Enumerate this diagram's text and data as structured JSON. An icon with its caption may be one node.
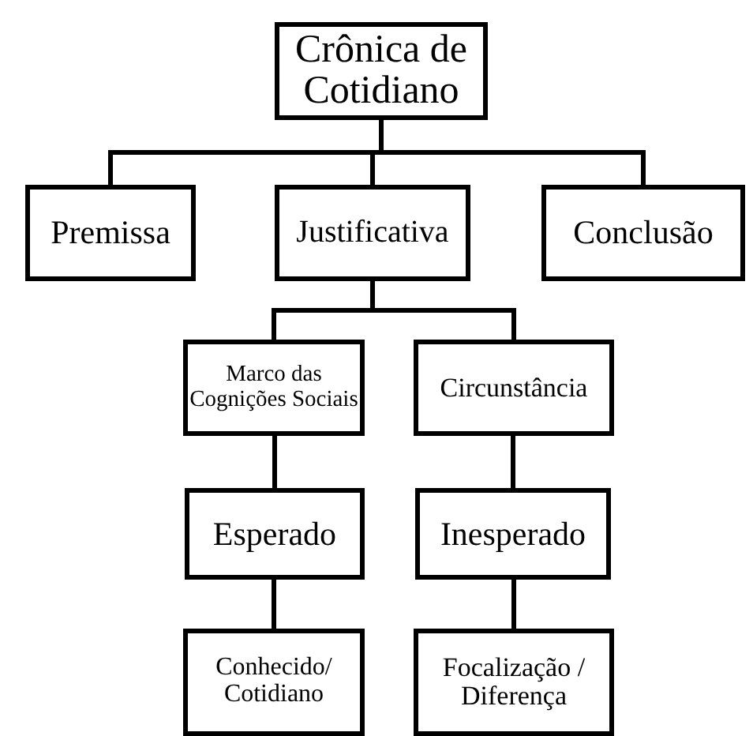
{
  "diagram": {
    "nodes": [
      {
        "text": [
          "Crônica de Cotidiano"
        ]
      },
      {
        "text": [
          "Premissa"
        ]
      },
      {
        "text": [
          "Justificativa"
        ]
      },
      {
        "text": [
          "Conclusão"
        ]
      },
      {
        "text": [
          "Marco das Cognições Sociais"
        ]
      },
      {
        "text": [
          "Circunstância"
        ]
      },
      {
        "text": [
          "Esperado"
        ]
      },
      {
        "text": [
          "Inesperado"
        ]
      },
      {
        "text": [
          "Conhecido/ Cotidiano"
        ]
      },
      {
        "text": [
          "Focalização / Diferença"
        ]
      }
    ],
    "edges": [
      {
        "from": 0,
        "to": 1,
        "arrow": "none"
      },
      {
        "from": 0,
        "to": 2,
        "arrow": "none"
      },
      {
        "from": 0,
        "to": 3,
        "arrow": "none"
      },
      {
        "from": 2,
        "to": 4,
        "arrow": "none"
      },
      {
        "from": 2,
        "to": 5,
        "arrow": "none"
      },
      {
        "from": 4,
        "to": 6,
        "arrow": "none"
      },
      {
        "from": 5,
        "to": 7,
        "arrow": "none"
      },
      {
        "from": 6,
        "to": 8,
        "arrow": "none"
      },
      {
        "from": 7,
        "to": 9,
        "arrow": "none"
      }
    ]
  }
}
